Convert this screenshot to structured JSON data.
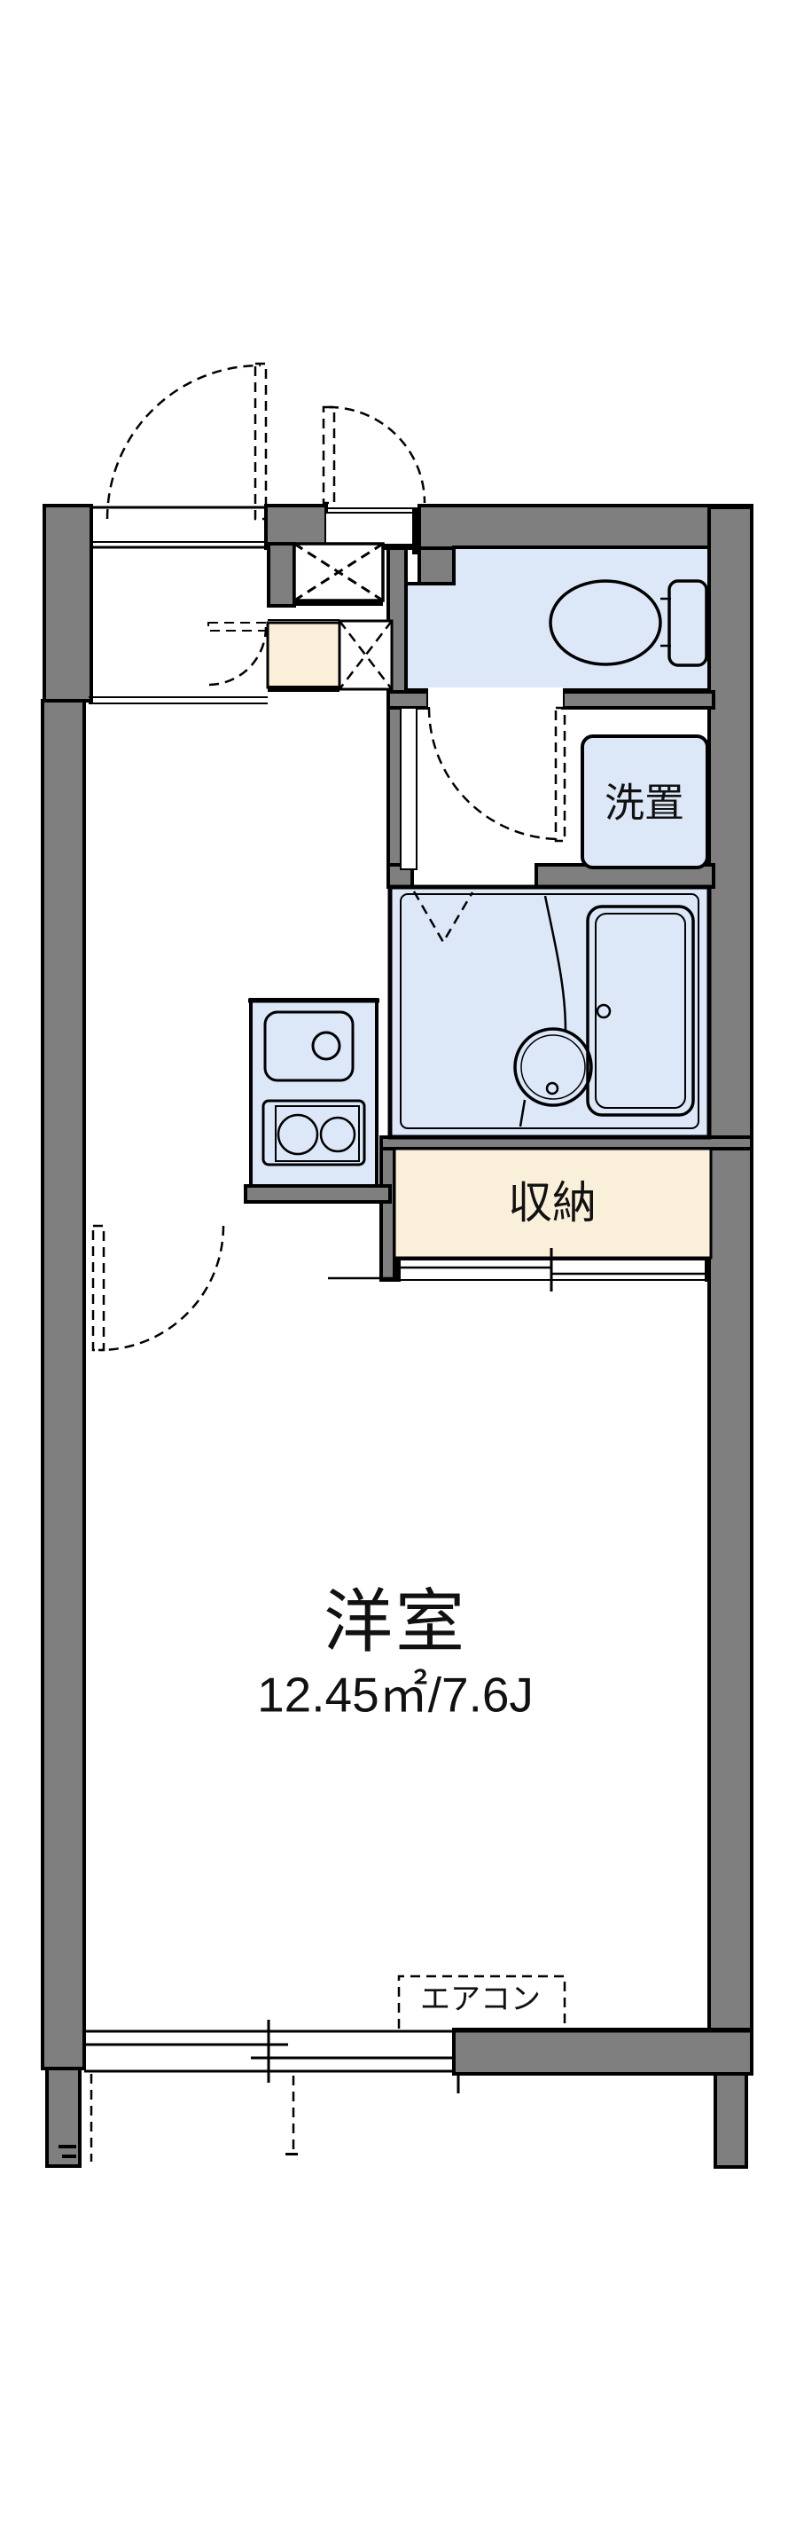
{
  "page": {
    "title": "間取り図 (apartment floor plan)"
  },
  "colors": {
    "wall": "#7f7f7f",
    "room_blue": "#dce8f8",
    "closet_cream": "#faf0da",
    "line": "#000000",
    "background": "#ffffff"
  },
  "labels": {
    "main_room_name": "洋室",
    "main_room_size": "12.45㎡/7.6J",
    "storage": "収納",
    "washer_space": "洗置",
    "aircon": "エアコン"
  },
  "icons": [
    "toilet-icon",
    "bathtub-icon",
    "wash-basin-icon",
    "kitchen-sink-icon",
    "stove-burner-icon",
    "door-swing-arc-icon",
    "folding-door-icon",
    "sliding-window-icon",
    "sliding-door-icon",
    "pipe-space-x-icon",
    "overhead-cabinet-x-icon",
    "balcony-dashed-line-icon"
  ]
}
